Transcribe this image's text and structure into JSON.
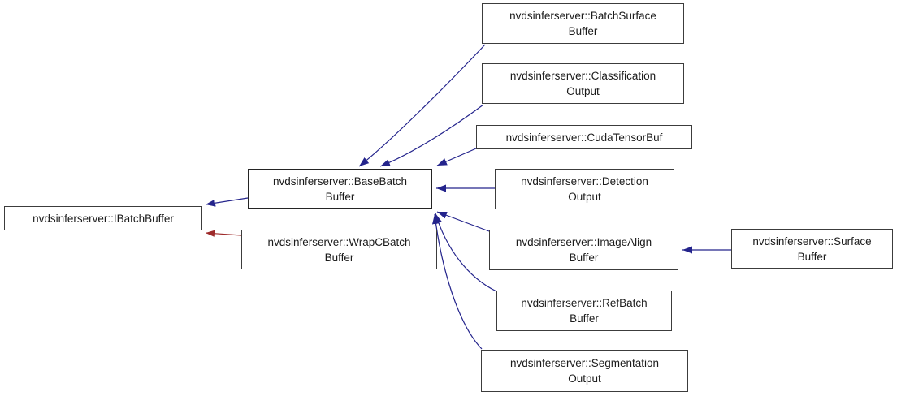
{
  "diagram": {
    "type": "class-inheritance-graph",
    "colors": {
      "inheritance_public": "#24248c",
      "inheritance_private": "#9e2b2b",
      "node_border": "#3c3c3c",
      "node_background": "#ffffff",
      "text": "#1b1b1b",
      "background": "#ffffff"
    },
    "nodes": {
      "ibatch": {
        "lines": [
          "nvdsinferserver::IBatchBuffer",
          ""
        ]
      },
      "base": {
        "lines": [
          "nvdsinferserver::BaseBatch",
          "Buffer"
        ]
      },
      "wrapc": {
        "lines": [
          "nvdsinferserver::WrapCBatch",
          "Buffer"
        ]
      },
      "batchsurface": {
        "lines": [
          "nvdsinferserver::BatchSurface",
          "Buffer"
        ]
      },
      "classification": {
        "lines": [
          "nvdsinferserver::Classification",
          "Output"
        ]
      },
      "cudatensor": {
        "lines": [
          "nvdsinferserver::CudaTensorBuf",
          ""
        ]
      },
      "detection": {
        "lines": [
          "nvdsinferserver::Detection",
          "Output"
        ]
      },
      "imagealign": {
        "lines": [
          "nvdsinferserver::ImageAlign",
          "Buffer"
        ]
      },
      "refbatch": {
        "lines": [
          "nvdsinferserver::RefBatch",
          "Buffer"
        ]
      },
      "segmentation": {
        "lines": [
          "nvdsinferserver::Segmentation",
          "Output"
        ]
      },
      "surface": {
        "lines": [
          "nvdsinferserver::Surface",
          "Buffer"
        ]
      }
    },
    "edges": [
      {
        "from": "nvdsinferserver::BaseBatchBuffer",
        "to": "nvdsinferserver::IBatchBuffer",
        "type": "public-inheritance"
      },
      {
        "from": "nvdsinferserver::WrapCBatchBuffer",
        "to": "nvdsinferserver::IBatchBuffer",
        "type": "private-inheritance"
      },
      {
        "from": "nvdsinferserver::BatchSurfaceBuffer",
        "to": "nvdsinferserver::BaseBatchBuffer",
        "type": "public-inheritance"
      },
      {
        "from": "nvdsinferserver::ClassificationOutput",
        "to": "nvdsinferserver::BaseBatchBuffer",
        "type": "public-inheritance"
      },
      {
        "from": "nvdsinferserver::CudaTensorBuf",
        "to": "nvdsinferserver::BaseBatchBuffer",
        "type": "public-inheritance"
      },
      {
        "from": "nvdsinferserver::DetectionOutput",
        "to": "nvdsinferserver::BaseBatchBuffer",
        "type": "public-inheritance"
      },
      {
        "from": "nvdsinferserver::ImageAlignBuffer",
        "to": "nvdsinferserver::BaseBatchBuffer",
        "type": "public-inheritance"
      },
      {
        "from": "nvdsinferserver::RefBatchBuffer",
        "to": "nvdsinferserver::BaseBatchBuffer",
        "type": "public-inheritance"
      },
      {
        "from": "nvdsinferserver::SegmentationOutput",
        "to": "nvdsinferserver::BaseBatchBuffer",
        "type": "public-inheritance"
      },
      {
        "from": "nvdsinferserver::SurfaceBuffer",
        "to": "nvdsinferserver::ImageAlignBuffer",
        "type": "public-inheritance"
      }
    ]
  }
}
